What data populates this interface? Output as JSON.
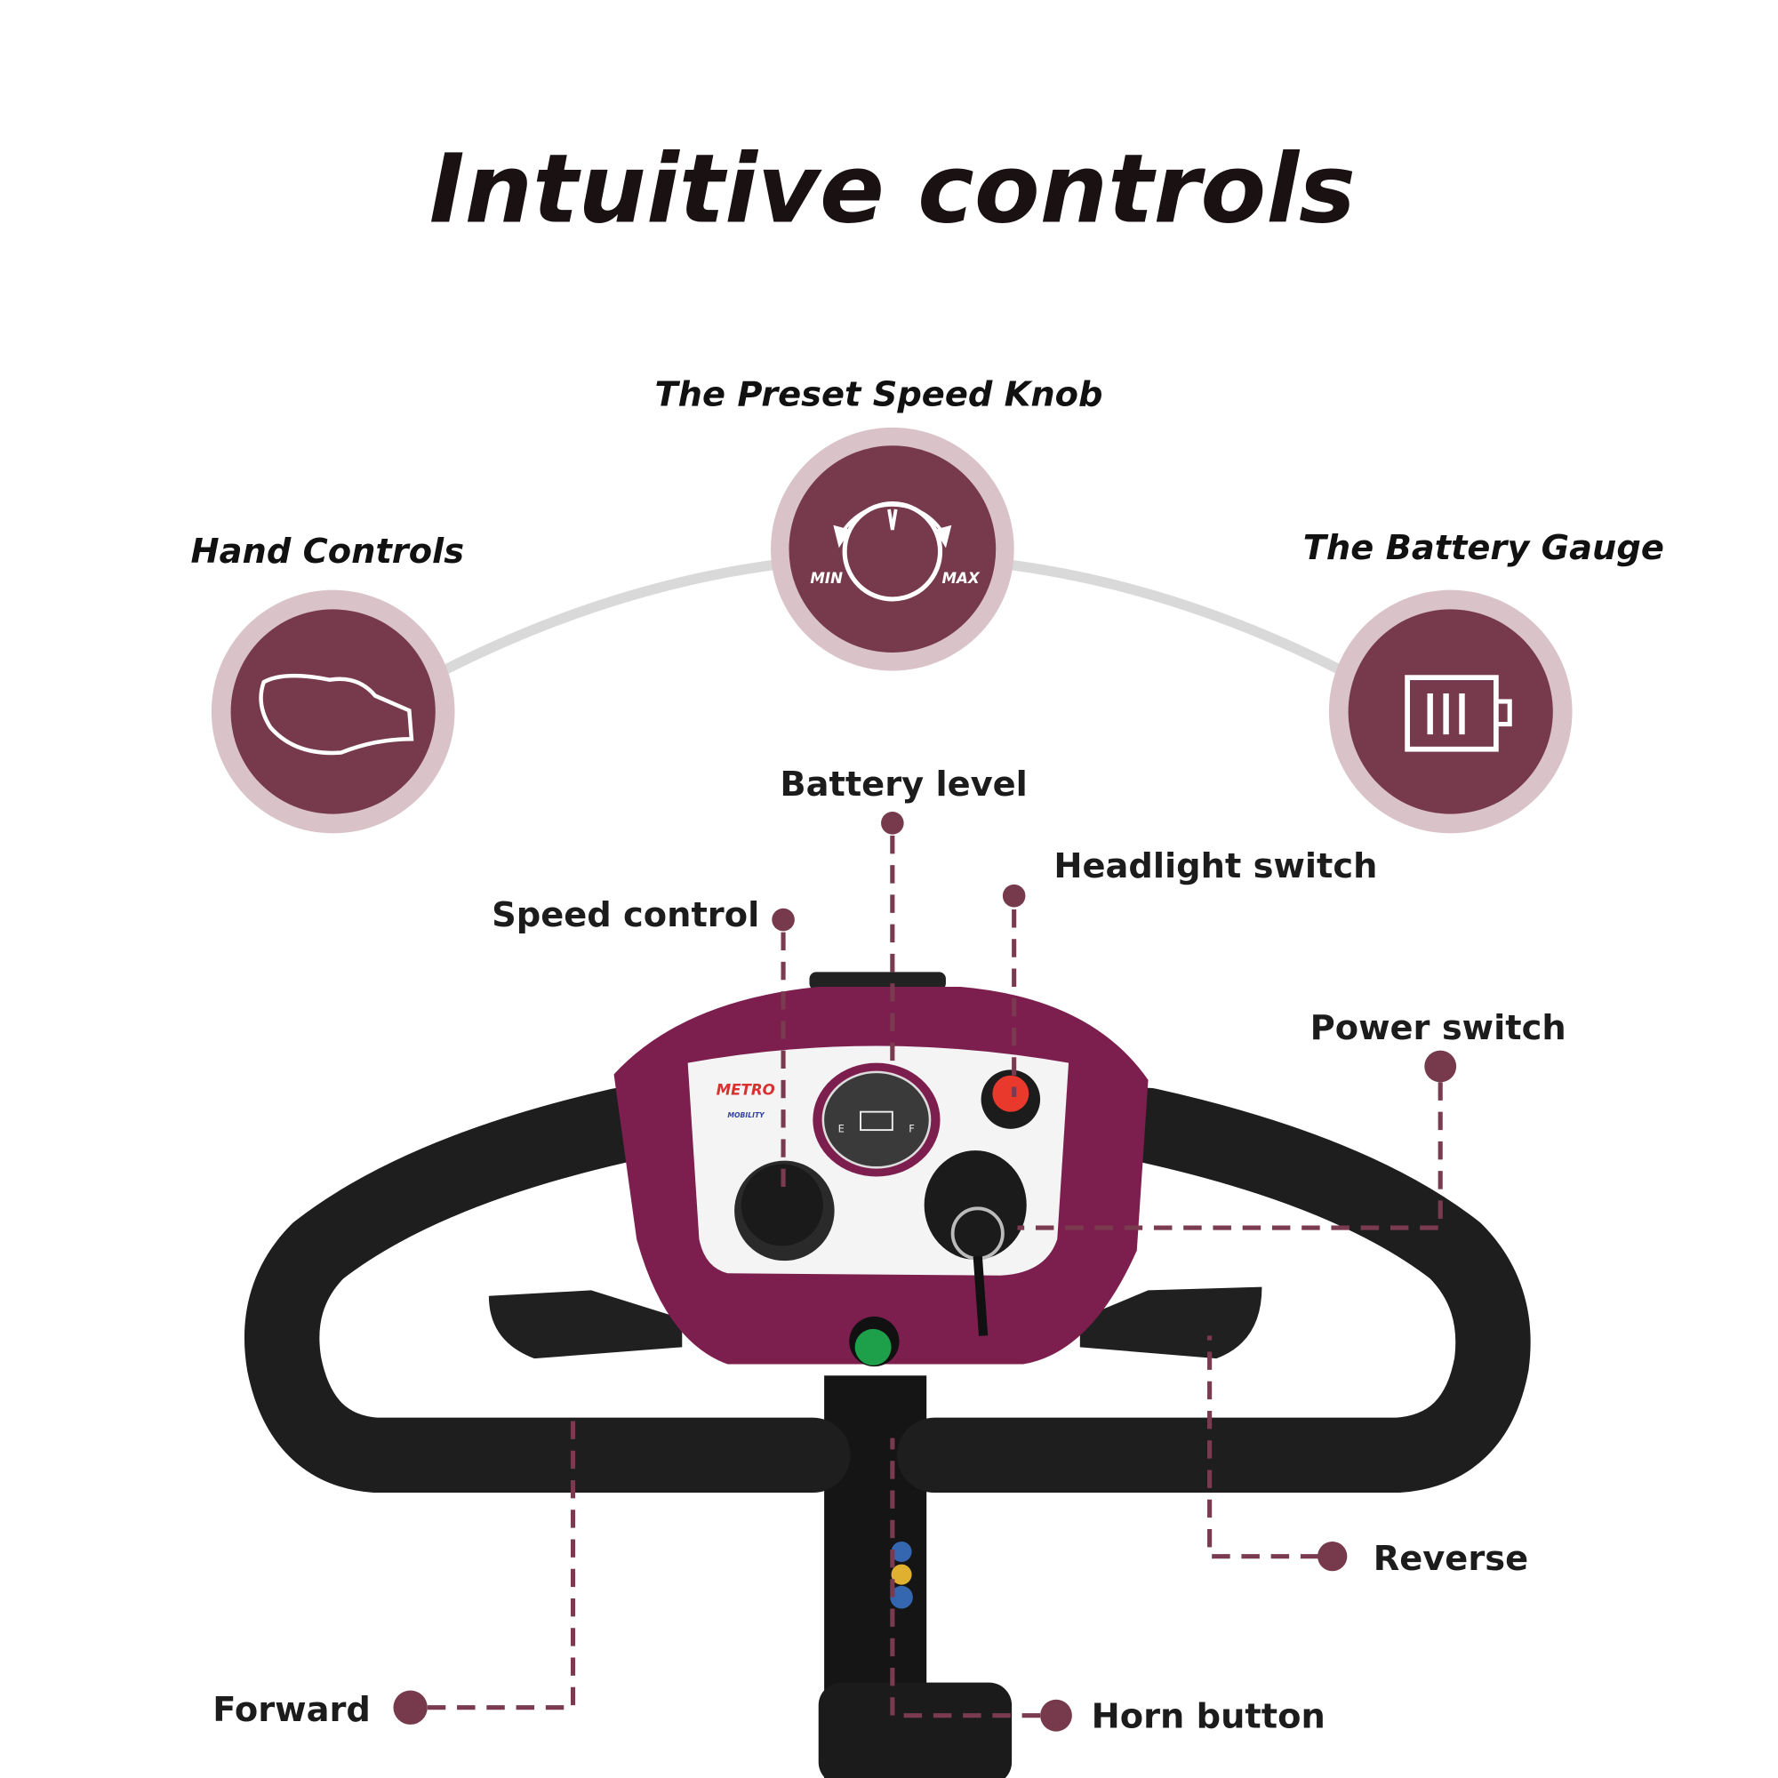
{
  "title": "Intuitive controls",
  "colors": {
    "accent": "#763a4c",
    "halo": "#d9c3c9",
    "arc": "#d9d9d9",
    "console": "#7d1f4e",
    "dash": "#7a3a50"
  },
  "features": [
    {
      "label": "Hand Controls",
      "icon": "hand-grip-icon"
    },
    {
      "label": "The Preset Speed Knob",
      "icon": "speed-dial-icon",
      "min_label": "MIN",
      "max_label": "MAX"
    },
    {
      "label": "The Battery Gauge",
      "icon": "battery-icon"
    }
  ],
  "callouts": {
    "battery_level": "Battery level",
    "headlight_switch": "Headlight switch",
    "speed_control": "Speed control",
    "power_switch": "Power switch",
    "reverse": "Reverse",
    "horn_button": "Horn button",
    "forward": "Forward"
  },
  "console": {
    "brand": "METRO",
    "brand_sub": "MOBILITY",
    "gauge_e": "E",
    "gauge_f": "F"
  }
}
